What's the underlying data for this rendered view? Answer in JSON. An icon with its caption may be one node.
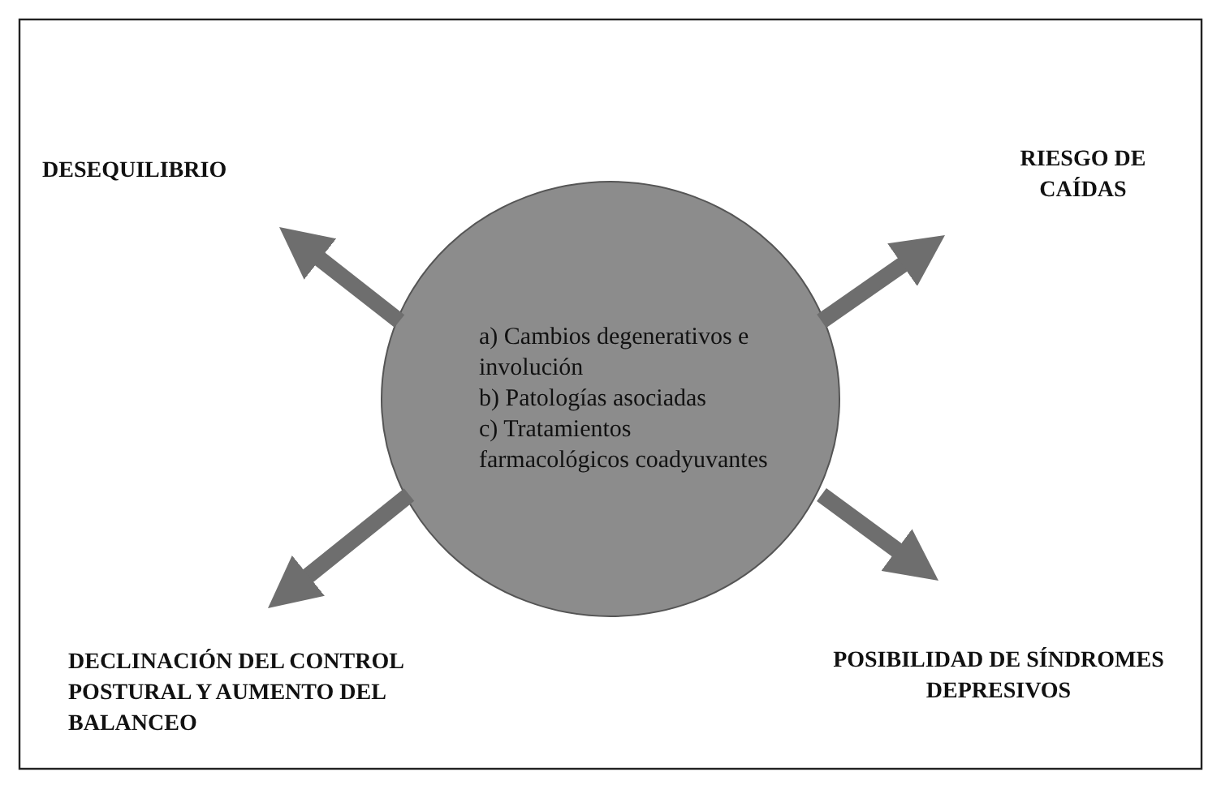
{
  "diagram": {
    "nodes": [
      {
        "text": [
          "a) Cambios degenerativos e involución",
          "b) Patologías asociadas",
          "c) Tratamientos farmacológicos coadyuvantes"
        ]
      },
      {
        "text": [
          "DESEQUILIBRIO"
        ]
      },
      {
        "text": [
          "RIESGO DE CAÍDAS"
        ]
      },
      {
        "text": [
          "DECLINACIÓN DEL CONTROL POSTURAL Y AUMENTO DEL BALANCEO"
        ]
      },
      {
        "text": [
          "POSIBILIDAD DE SÍNDROMES DEPRESIVOS"
        ]
      }
    ],
    "edges": [
      {
        "from": 0,
        "to": 1,
        "arrow": "to"
      },
      {
        "from": 0,
        "to": 2,
        "arrow": "to"
      },
      {
        "from": 0,
        "to": 3,
        "arrow": "to"
      },
      {
        "from": 0,
        "to": 4,
        "arrow": "to"
      }
    ]
  }
}
